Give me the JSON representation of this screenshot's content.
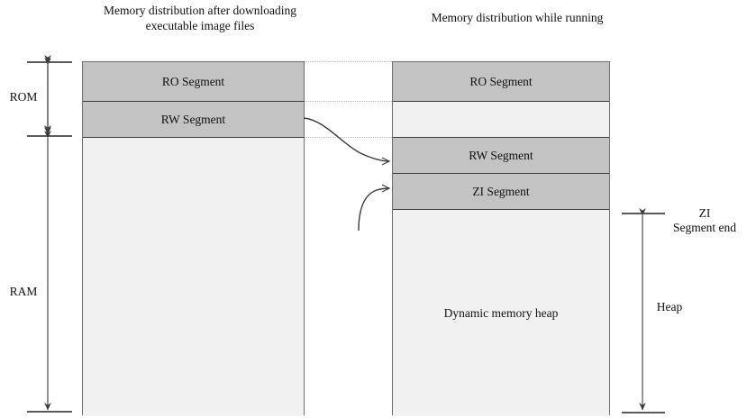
{
  "diagram": {
    "titles": {
      "left": "Memory distribution after downloading executable image files",
      "right": "Memory distribution while running"
    },
    "left_block": {
      "segments": [
        {
          "id": "ro",
          "label": "RO Segment",
          "fill": "#c3c3c3"
        },
        {
          "id": "rw",
          "label": "RW Segment",
          "fill": "#c3c3c3"
        },
        {
          "id": "free",
          "label": "",
          "fill": "#f1f1f1"
        }
      ]
    },
    "right_block": {
      "segments": [
        {
          "id": "ro",
          "label": "RO Segment",
          "fill": "#c3c3c3"
        },
        {
          "id": "gap",
          "label": "",
          "fill": "#f1f1f1"
        },
        {
          "id": "rw",
          "label": "RW Segment",
          "fill": "#c3c3c3"
        },
        {
          "id": "zi",
          "label": "ZI Segment",
          "fill": "#c3c3c3"
        },
        {
          "id": "heap",
          "label": "Dynamic memory heap",
          "fill": "#f1f1f1"
        }
      ]
    },
    "left_axis": {
      "rom": "ROM",
      "ram": "RAM"
    },
    "right_axis": {
      "zi_segment_end": "ZI\nSegment end",
      "heap": "Heap"
    },
    "colors": {
      "segment_fill": "#c3c3c3",
      "empty_fill": "#f1f1f1",
      "border": "#3b3b3b",
      "connector": "#b9b9b9",
      "arrow": "#3b3b3b",
      "text": "#111111"
    }
  }
}
